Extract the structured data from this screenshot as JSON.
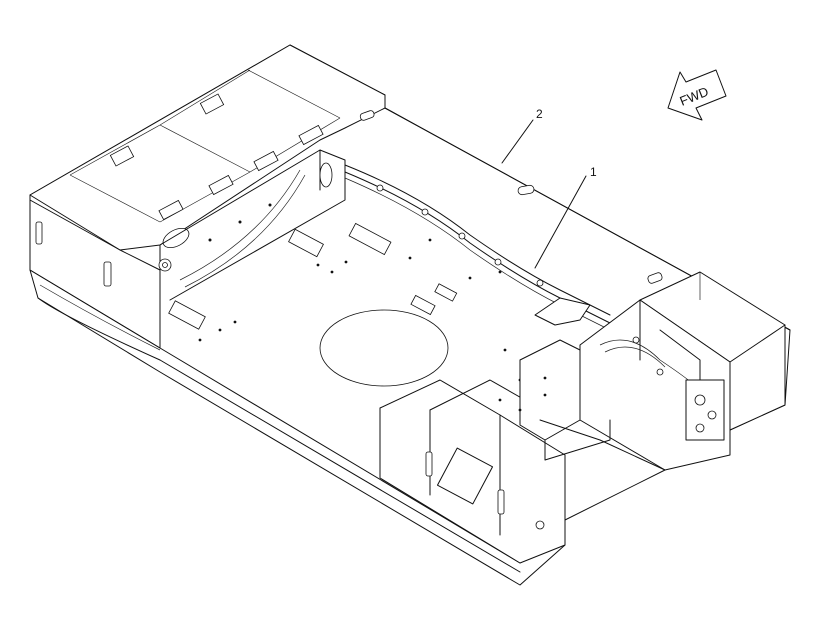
{
  "diagram": {
    "callouts": [
      {
        "id": "callout-1",
        "label": "1"
      },
      {
        "id": "callout-2",
        "label": "2"
      }
    ],
    "direction_arrow": {
      "label": "FWD"
    }
  }
}
